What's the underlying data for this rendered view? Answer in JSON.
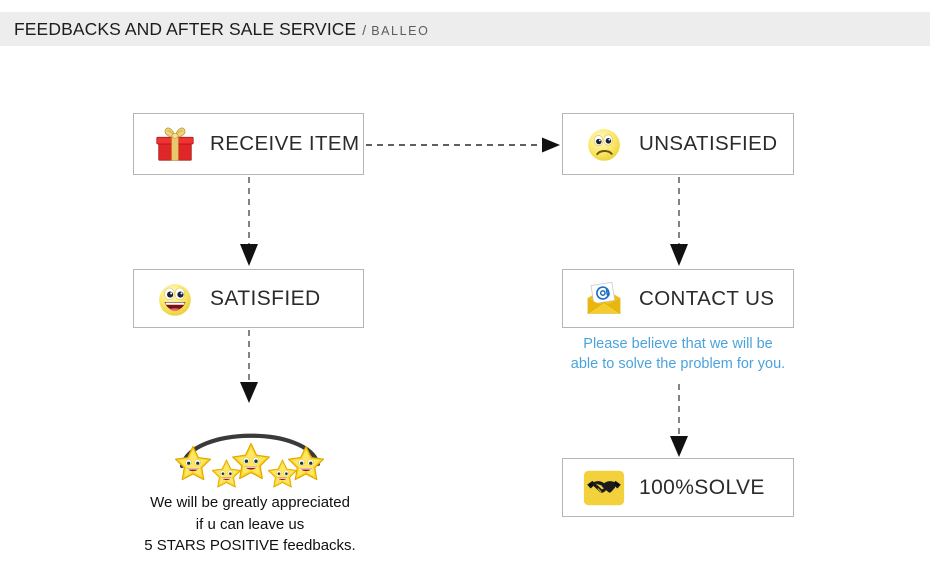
{
  "header": {
    "title": "FEEDBACKS AND AFTER SALE SERVICE",
    "separator": "/",
    "brand": "BALLEO",
    "background": "#ededed"
  },
  "flow": {
    "boxes": [
      {
        "id": "receive-item",
        "label": "RECEIVE ITEM",
        "icon": "gift-box-icon"
      },
      {
        "id": "unsatisfied",
        "label": "UNSATISFIED",
        "icon": "sad-face-icon"
      },
      {
        "id": "satisfied",
        "label": "SATISFIED",
        "icon": "happy-face-icon"
      },
      {
        "id": "contact-us",
        "label": "CONTACT US",
        "icon": "email-envelope-icon"
      },
      {
        "id": "solve",
        "label": "100%SOLVE",
        "icon": "handshake-icon"
      }
    ],
    "connectors": [
      {
        "id": "receive-to-unsatisfied",
        "from": "receive-item",
        "to": "unsatisfied",
        "direction": "right",
        "style": "dashed"
      },
      {
        "id": "receive-to-satisfied",
        "from": "receive-item",
        "to": "satisfied",
        "direction": "down",
        "style": "dashed"
      },
      {
        "id": "unsatisfied-to-contact",
        "from": "unsatisfied",
        "to": "contact-us",
        "direction": "down",
        "style": "dashed"
      },
      {
        "id": "satisfied-to-stars",
        "from": "satisfied",
        "to": "stars",
        "direction": "down",
        "style": "dashed"
      },
      {
        "id": "contact-to-solve",
        "from": "contact-us",
        "to": "solve",
        "direction": "down",
        "style": "dashed"
      }
    ]
  },
  "contact_note": {
    "line1": "Please believe that we will be",
    "line2": "able to solve the problem for you.",
    "color": "#4ba3dd"
  },
  "rating": {
    "star_count": 5,
    "star_color": "#ffd43a"
  },
  "feedback_caption": {
    "line1": "We will be greatly appreciated",
    "line2": "if u can leave us",
    "line3": "5 STARS POSITIVE feedbacks."
  },
  "colors": {
    "box_border": "#b5b5b5",
    "text": "#2b2b2b",
    "arrow": "#555555"
  }
}
